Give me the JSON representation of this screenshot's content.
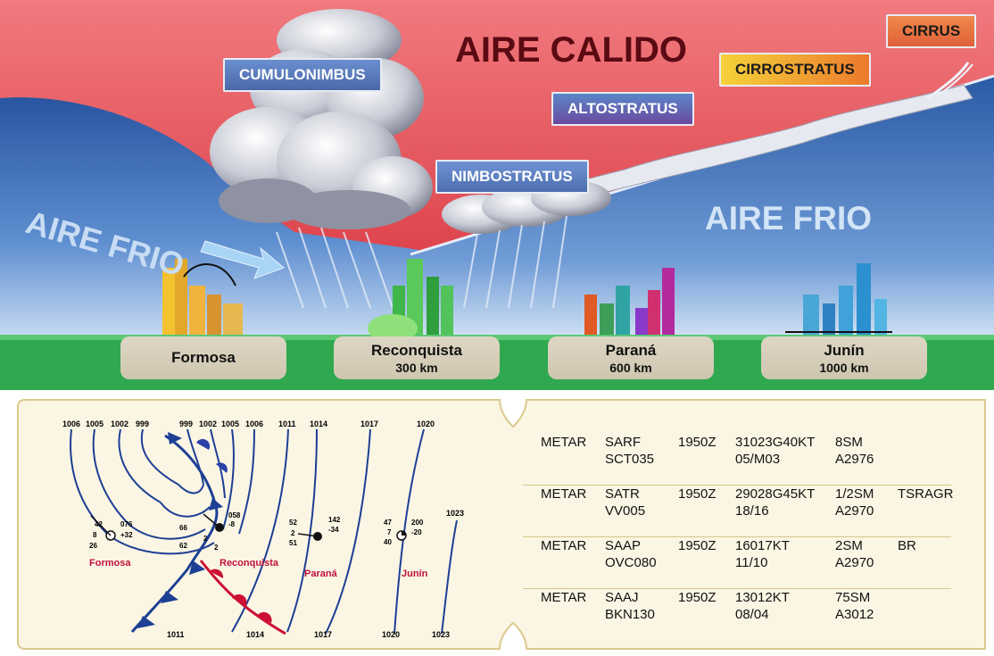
{
  "scene": {
    "warm_air_title": "AIRE CALIDO",
    "cold_air_left": "AIRE FRIO",
    "cold_air_right": "AIRE FRIO",
    "clouds": [
      {
        "id": "cumulonimbus",
        "label": "CUMULONIMBUS"
      },
      {
        "id": "nimbostratus",
        "label": "NIMBOSTRATUS"
      },
      {
        "id": "altostratus",
        "label": "ALTOSTRATUS"
      },
      {
        "id": "cirrostratus",
        "label": "CIRROSTRATUS"
      },
      {
        "id": "cirrus",
        "label": "CIRRUS"
      }
    ],
    "cities": [
      {
        "name": "Formosa",
        "distance": ""
      },
      {
        "name": "Reconquista",
        "distance": "300 km"
      },
      {
        "name": "Paraná",
        "distance": "600 km"
      },
      {
        "name": "Junín",
        "distance": "1000 km"
      }
    ],
    "colors": {
      "warm_air": "#e0474e",
      "cold_air": "#2d5fa8",
      "ground": "#2fa84f",
      "panel": "#fbf6e4"
    }
  },
  "map": {
    "isobars_top": [
      "1006",
      "1005",
      "1002",
      "999",
      "999",
      "1002",
      "1005",
      "1006",
      "1011",
      "1014",
      "1017",
      "1020"
    ],
    "isobars_bottom": [
      "1011",
      "1014",
      "1017",
      "1020",
      "1023"
    ],
    "isobar_right": "1023",
    "stations": [
      {
        "name": "Formosa",
        "data": [
          "42",
          "076",
          "8",
          "+32",
          "26"
        ]
      },
      {
        "name": "Reconquista",
        "data": [
          "66",
          "058",
          "-8",
          "62",
          "2",
          "2"
        ]
      },
      {
        "name": "Paraná",
        "data": [
          "52",
          "142",
          "2",
          "-34",
          "51"
        ]
      },
      {
        "name": "Junín",
        "data": [
          "47",
          "200",
          "7",
          "-20",
          "40"
        ]
      }
    ]
  },
  "metar": {
    "rows": [
      {
        "type": "METAR",
        "station": "SARF",
        "time": "1950Z",
        "wind": "31023G40KT",
        "vis": "8SM",
        "wx": "",
        "sky": "SCT035",
        "temp": "05/M03",
        "alt": "A2976"
      },
      {
        "type": "METAR",
        "station": "SATR",
        "time": "1950Z",
        "wind": "29028G45KT",
        "vis": "1/2SM",
        "wx": "TSRAGR",
        "sky": "VV005",
        "temp": "18/16",
        "alt": "A2970"
      },
      {
        "type": "METAR",
        "station": "SAAP",
        "time": "1950Z",
        "wind": "16017KT",
        "vis": "2SM",
        "wx": "BR",
        "sky": "OVC080",
        "temp": "11/10",
        "alt": "A2970"
      },
      {
        "type": "METAR",
        "station": "SAAJ",
        "time": "1950Z",
        "wind": "13012KT",
        "vis": "75SM",
        "wx": "",
        "sky": "BKN130",
        "temp": "08/04",
        "alt": "A3012"
      }
    ]
  }
}
